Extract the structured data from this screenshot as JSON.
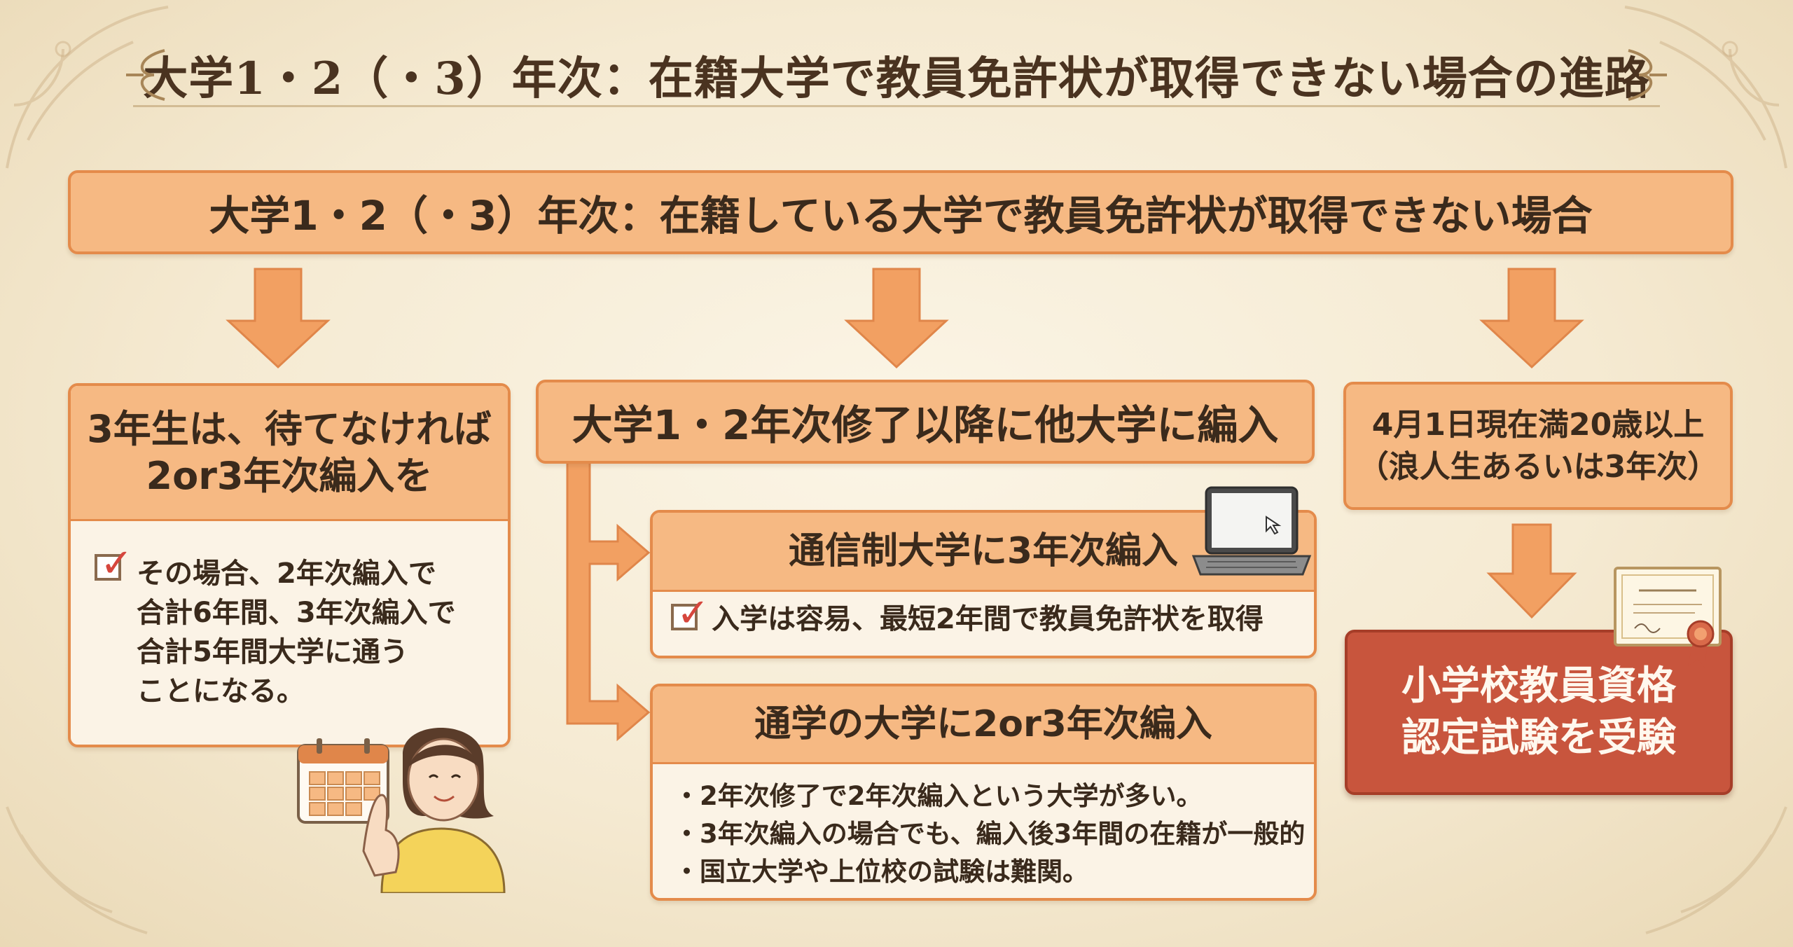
{
  "title": "大学1・2（・3）年次：在籍大学で教員免許状が取得できない場合の進路",
  "top_banner": "大学1・2（・3）年次：在籍している大学で教員免許状が取得できない場合",
  "left_branch": {
    "heading_lines": [
      "3年生は、待てなければ",
      "2or3年次編入を"
    ],
    "check_lines": [
      "その場合、2年次編入で",
      "合計6年間、3年次編入で",
      "合計5年間大学に通う",
      "ことになる。"
    ]
  },
  "middle_branch": {
    "heading": "大学1・2年次修了以降に他大学に編入",
    "option_correspondence": {
      "heading": "通信制大学に3年次編入",
      "check_text": "入学は容易、最短2年間で教員免許状を取得"
    },
    "option_commute": {
      "heading": "通学の大学に2or3年次編入",
      "bullets": [
        "・2年次修了で2年次編入という大学が多い。",
        "・3年次編入の場合でも、編入後3年間の在籍が一般的",
        "・国立大学や上位校の試験は難関。"
      ]
    }
  },
  "right_branch": {
    "heading_lines": [
      "4月1日現在満20歳以上",
      "（浪人生あるいは3年次）"
    ],
    "result_lines": [
      "小学校教員資格",
      "認定試験を受験"
    ]
  },
  "icons": [
    "calendar-icon",
    "laptop-icon",
    "certificate-icon",
    "student-illustration",
    "checkbox-icon"
  ],
  "colors": {
    "box_fill": "#f6b983",
    "box_border": "#e48b4b",
    "result_red": "#c8553d",
    "background": "#f5ead2"
  }
}
